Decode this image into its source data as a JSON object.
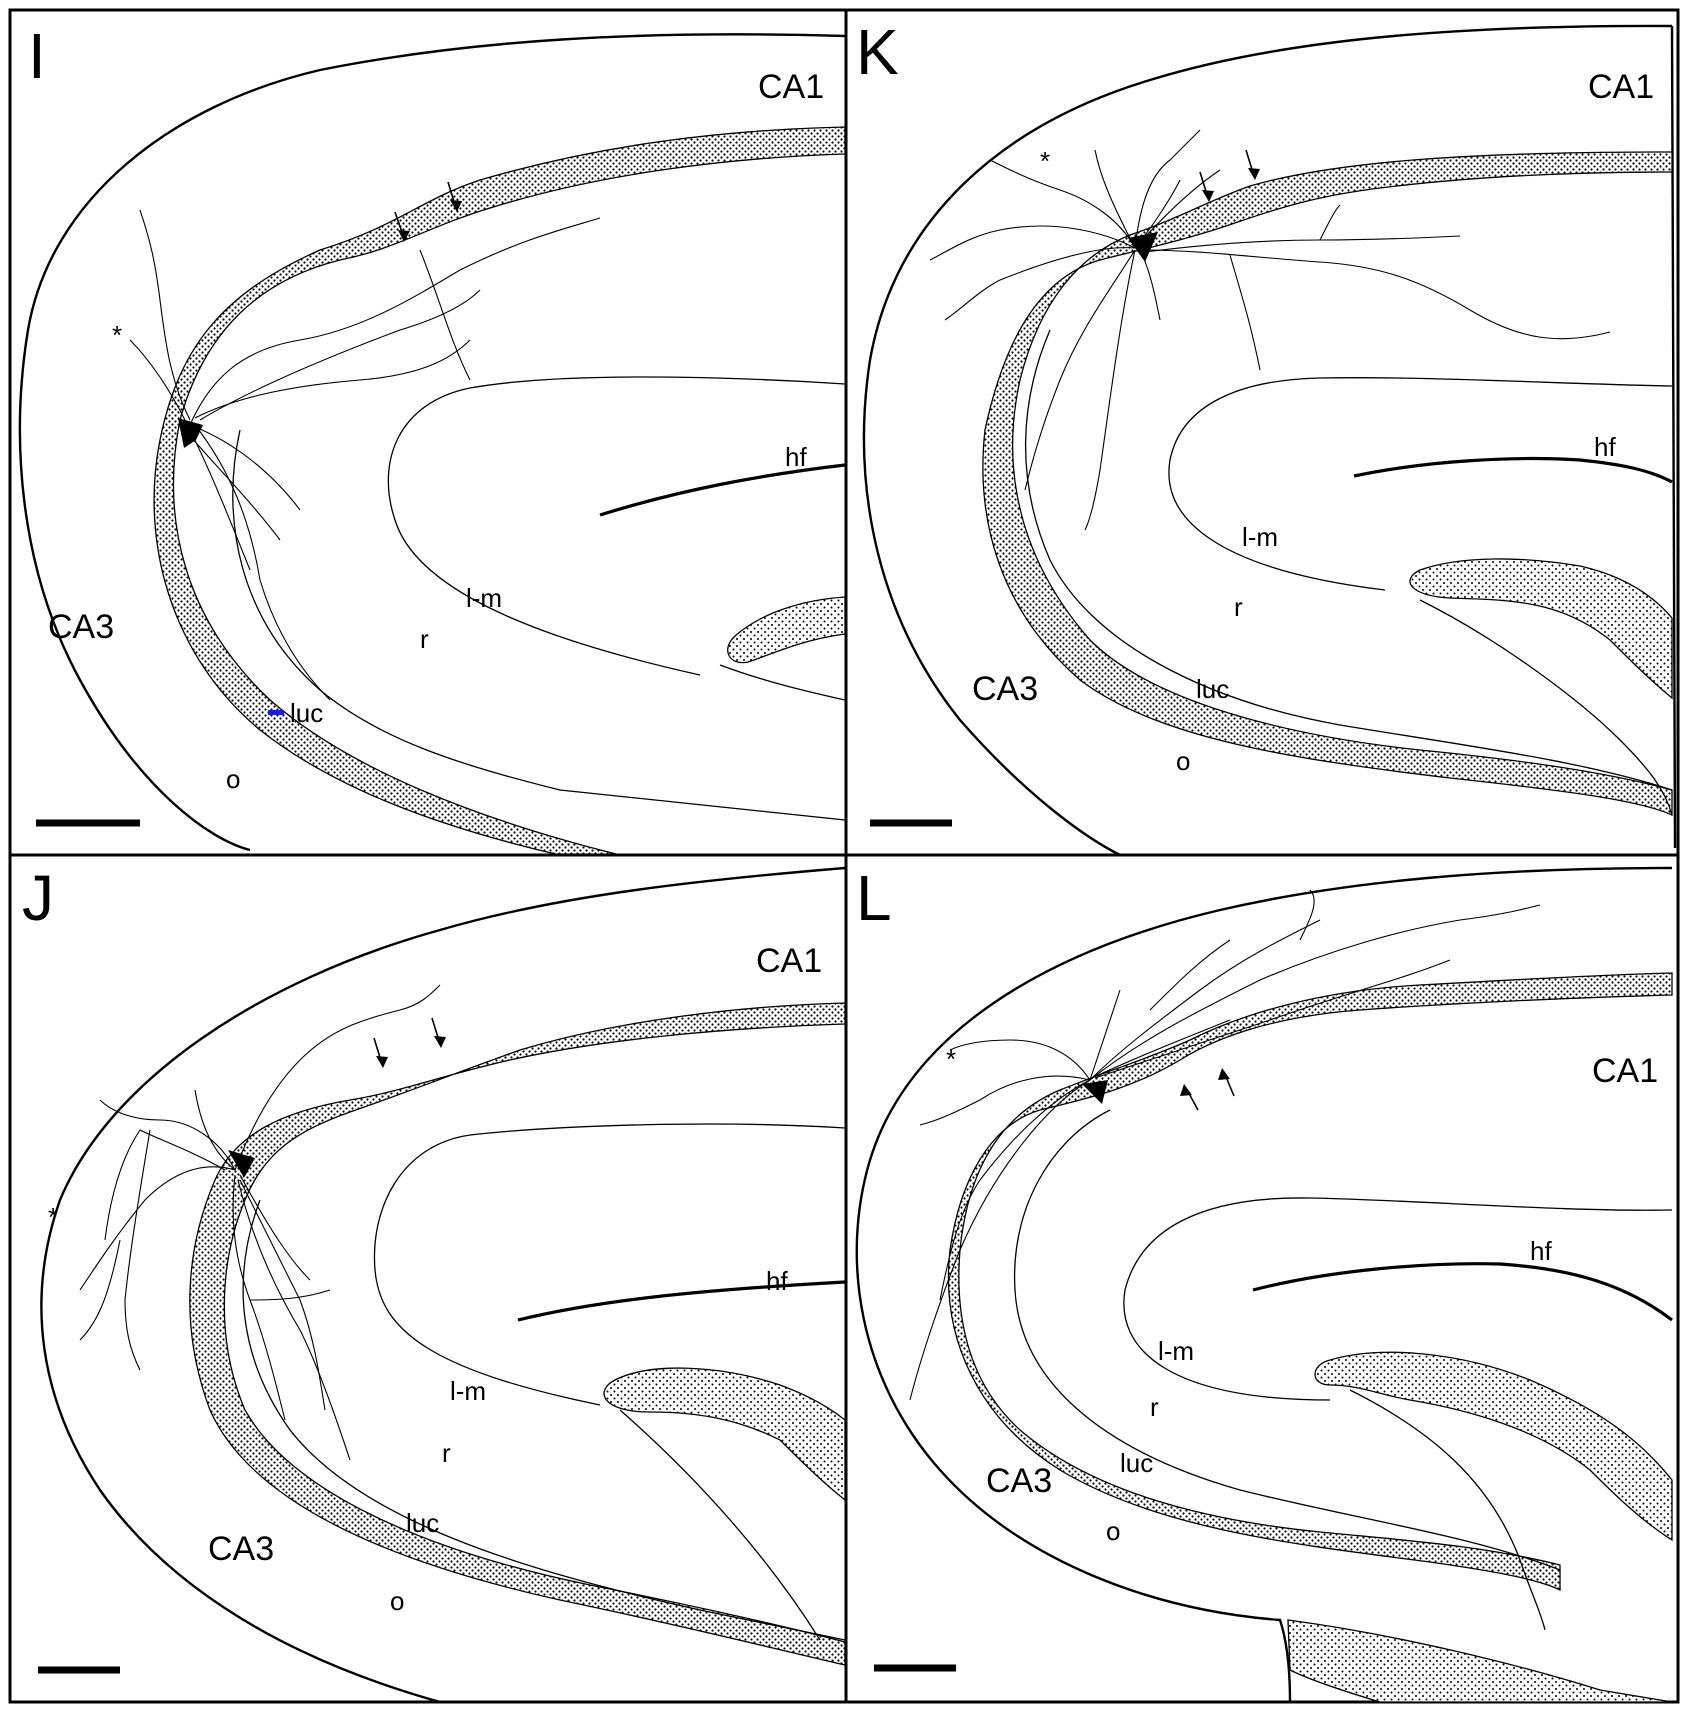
{
  "panels": [
    {
      "letter": "I",
      "region_top": "CA1",
      "region_left": "CA3",
      "labels": {
        "hf": "hf",
        "lm": "l-m",
        "r": "r",
        "luc": "luc",
        "o": "o"
      },
      "asterisk": "*"
    },
    {
      "letter": "K",
      "region_top": "CA1",
      "region_left": "CA3",
      "labels": {
        "hf": "hf",
        "lm": "l-m",
        "r": "r",
        "luc": "luc",
        "o": "o"
      },
      "asterisk": "*"
    },
    {
      "letter": "J",
      "region_top": "CA1",
      "region_left": "CA3",
      "labels": {
        "hf": "hf",
        "lm": "l-m",
        "r": "r",
        "luc": "luc",
        "o": "o"
      },
      "asterisk": "*"
    },
    {
      "letter": "L",
      "region_top": "CA1",
      "region_left": "CA3",
      "labels": {
        "hf": "hf",
        "lm": "l-m",
        "r": "r",
        "luc": "luc",
        "o": "o"
      },
      "asterisk": "*"
    }
  ],
  "colors": {
    "ink": "#000000",
    "marker": "#1a1aff",
    "background": "#ffffff"
  }
}
